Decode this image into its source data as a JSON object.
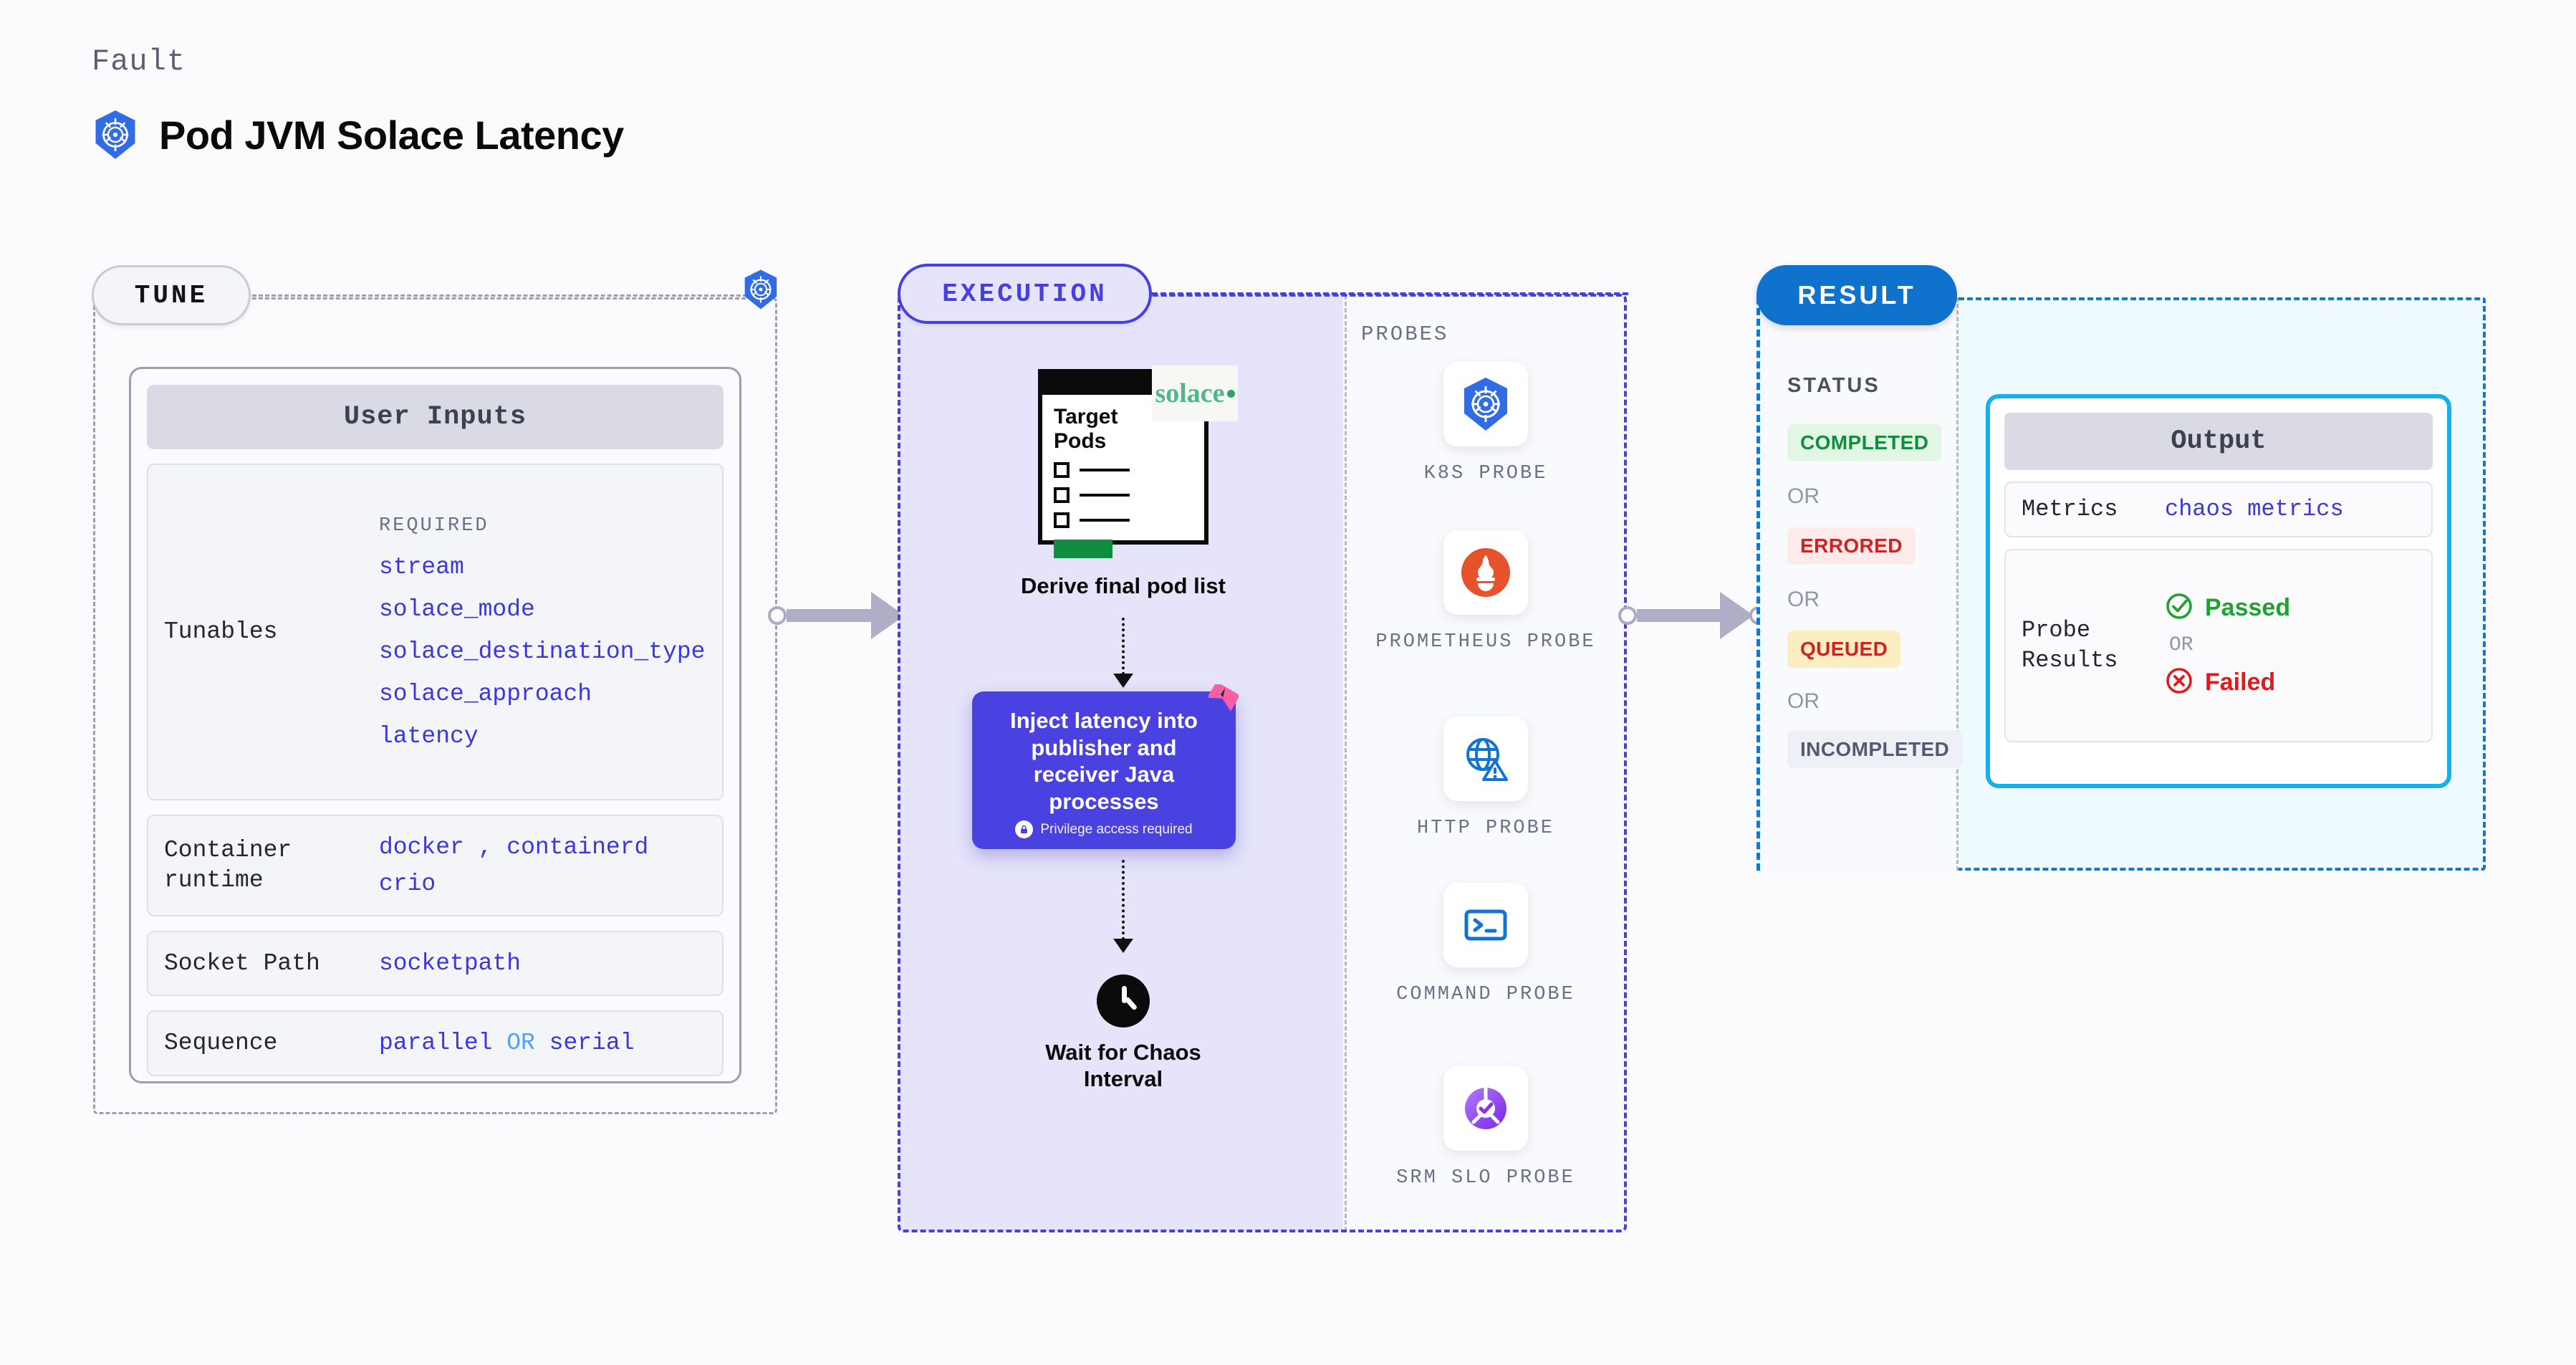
{
  "header": {
    "kicker": "Fault",
    "title": "Pod JVM Solace Latency",
    "logo_icon": "kubernetes-icon"
  },
  "tune": {
    "badge": "TUNE",
    "k8s_icon": "kubernetes-icon",
    "card_title": "User Inputs",
    "rows": [
      {
        "label": "Tunables",
        "required_label": "REQUIRED",
        "items": [
          "stream",
          "solace_mode",
          "solace_destination_type",
          "solace_approach",
          "latency"
        ]
      },
      {
        "label": "Container runtime",
        "value_line1_a": "docker",
        "value_line1_sep": ",",
        "value_line1_b": "containerd",
        "value_line2": "crio"
      },
      {
        "label": "Socket Path",
        "value": "socketpath"
      },
      {
        "label": "Sequence",
        "value_a": "parallel",
        "value_or": "OR",
        "value_b": "serial"
      }
    ]
  },
  "execution": {
    "badge": "EXECUTION",
    "pods": {
      "clipboard_title_line1": "Target",
      "clipboard_title_line2": "Pods",
      "brand": "solace",
      "caption": "Derive final pod list"
    },
    "inject": {
      "text": "Inject latency into publisher and receiver Java processes",
      "privilege_note": "Privilege access required",
      "lock_icon": "lock-icon",
      "ribbon_icon": "ribbon-bookmark-icon"
    },
    "wait": {
      "clock_icon": "clock-icon",
      "label_line1": "Wait for Chaos",
      "label_line2": "Interval"
    }
  },
  "probes": {
    "title": "PROBES",
    "items": [
      {
        "label": "K8S PROBE",
        "icon": "kubernetes-icon"
      },
      {
        "label": "PROMETHEUS PROBE",
        "icon": "prometheus-icon"
      },
      {
        "label": "HTTP PROBE",
        "icon": "globe-warning-icon"
      },
      {
        "label": "COMMAND PROBE",
        "icon": "terminal-icon"
      },
      {
        "label": "SRM SLO PROBE",
        "icon": "srm-slo-donut-icon"
      }
    ]
  },
  "result": {
    "badge": "RESULT",
    "status_title": "STATUS",
    "or_label": "OR",
    "statuses": [
      {
        "label": "COMPLETED",
        "color": "#108d3f",
        "bg": "#e2f7e3"
      },
      {
        "label": "ERRORED",
        "color": "#cf2222",
        "bg": "#fdeaea"
      },
      {
        "label": "QUEUED",
        "color": "#cf2222",
        "bg": "#fbeec2"
      },
      {
        "label": "INCOMPLETED",
        "color": "#545a70",
        "bg": "#eff0f5"
      }
    ]
  },
  "output": {
    "title": "Output",
    "metrics_label": "Metrics",
    "metrics_value": "chaos metrics",
    "probe_results_label": "Probe Results",
    "passed_label": "Passed",
    "passed_icon": "check-circle-icon",
    "or_label": "OR",
    "failed_label": "Failed",
    "failed_icon": "x-circle-icon"
  },
  "colors": {
    "accent_blue": "#4640e0",
    "result_blue": "#0f72cc",
    "cyan": "#17b0ea",
    "green": "#108d3f",
    "red": "#cf2222"
  }
}
